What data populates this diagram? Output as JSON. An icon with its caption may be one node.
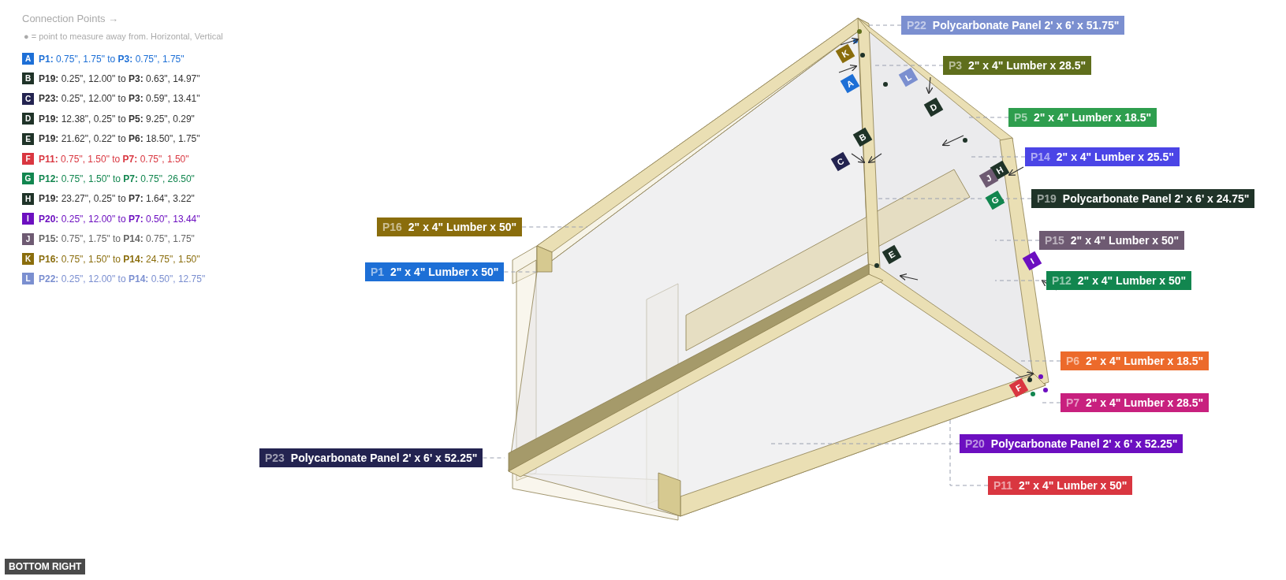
{
  "diagram": {
    "nodes": [
      {
        "text": [
          "P22",
          "Polycarbonate Panel 2' x 6'  x 51.75\""
        ]
      },
      {
        "text": [
          "P3",
          "2\" x 4\" Lumber  x 28.5\""
        ]
      },
      {
        "text": [
          "P5",
          "2\" x 4\" Lumber  x 18.5\""
        ]
      },
      {
        "text": [
          "P14",
          "2\" x 4\" Lumber  x 25.5\""
        ]
      },
      {
        "text": [
          "P19",
          "Polycarbonate Panel 2' x 6'  x 24.75\""
        ]
      },
      {
        "text": [
          "P16",
          "2\" x 4\" Lumber  x 50\""
        ]
      },
      {
        "text": [
          "P15",
          "2\" x 4\" Lumber  x 50\""
        ]
      },
      {
        "text": [
          "P1",
          "2\" x 4\" Lumber  x 50\""
        ]
      },
      {
        "text": [
          "P12",
          "2\" x 4\" Lumber  x 50\""
        ]
      },
      {
        "text": [
          "P6",
          "2\" x 4\" Lumber  x 18.5\""
        ]
      },
      {
        "text": [
          "P7",
          "2\" x 4\" Lumber  x 28.5\""
        ]
      },
      {
        "text": [
          "P20",
          "Polycarbonate Panel 2' x 6'  x 52.25\""
        ]
      },
      {
        "text": [
          "P23",
          "Polycarbonate Panel 2' x 6'  x 52.25\""
        ]
      },
      {
        "text": [
          "P11",
          "2\" x 4\" Lumber  x 50\""
        ]
      }
    ],
    "edges": [
      {
        "from": 0,
        "to": null,
        "arrow": "none",
        "style": "dashed"
      },
      {
        "from": 1,
        "to": null,
        "arrow": "none",
        "style": "dashed"
      },
      {
        "from": 2,
        "to": null,
        "arrow": "none",
        "style": "dashed"
      },
      {
        "from": 3,
        "to": null,
        "arrow": "none",
        "style": "dashed"
      },
      {
        "from": 4,
        "to": null,
        "arrow": "none",
        "style": "dashed"
      },
      {
        "from": 5,
        "to": null,
        "arrow": "none",
        "style": "dashed"
      },
      {
        "from": 6,
        "to": null,
        "arrow": "none",
        "style": "dashed"
      },
      {
        "from": 7,
        "to": null,
        "arrow": "none",
        "style": "dashed"
      },
      {
        "from": 8,
        "to": null,
        "arrow": "none",
        "style": "dashed"
      },
      {
        "from": 9,
        "to": null,
        "arrow": "none",
        "style": "dashed"
      },
      {
        "from": 10,
        "to": null,
        "arrow": "none",
        "style": "dashed"
      },
      {
        "from": 11,
        "to": null,
        "arrow": "none",
        "style": "dashed"
      },
      {
        "from": 12,
        "to": null,
        "arrow": "none",
        "style": "dashed"
      },
      {
        "from": 13,
        "to": null,
        "arrow": "none",
        "style": "dashed"
      }
    ],
    "labels": [
      "Connection Points →",
      "● = point to measure away from. Horizontal, Vertical",
      "A",
      "**P1:** 0.75\", 1.75\" to **P3:** 0.75\", 1.75\"",
      "B",
      "**P19:** 0.25\", 12.00\" to **P3:** 0.63\", 14.97\"",
      "C",
      "**P23:** 0.25\", 12.00\" to **P3:** 0.59\", 13.41\"",
      "D",
      "**P19:** 12.38\", 0.25\" to **P5:** 9.25\", 0.29\"",
      "E",
      "**P19:** 21.62\", 0.22\" to **P6:** 18.50\", 1.75\"",
      "F",
      "**P11:** 0.75\", 1.50\" to **P7:** 0.75\", 1.50\"",
      "G",
      "**P12:** 0.75\", 1.50\" to **P7:** 0.75\", 26.50\"",
      "H",
      "**P19:** 23.27\", 0.25\" to **P7:** 1.64\", 3.22\"",
      "I",
      "**P20:** 0.25\", 12.00\" to **P7:** 0.50\", 13.44\"",
      "J",
      "**P15:** 0.75\", 1.75\" to **P14:** 0.75\", 1.75\"",
      "K",
      "**P16:** 0.75\", 1.50\" to **P14:** 24.75\", 1.50\"",
      "L",
      "**P22:** 0.25\", 12.00\" to **P14:** 0.50\", 12.75\"",
      "K",
      "A",
      "L",
      "D",
      "B",
      "H",
      "J",
      "C",
      "G",
      "E",
      "I",
      "F",
      "BOTTOM RIGHT"
    ]
  }
}
